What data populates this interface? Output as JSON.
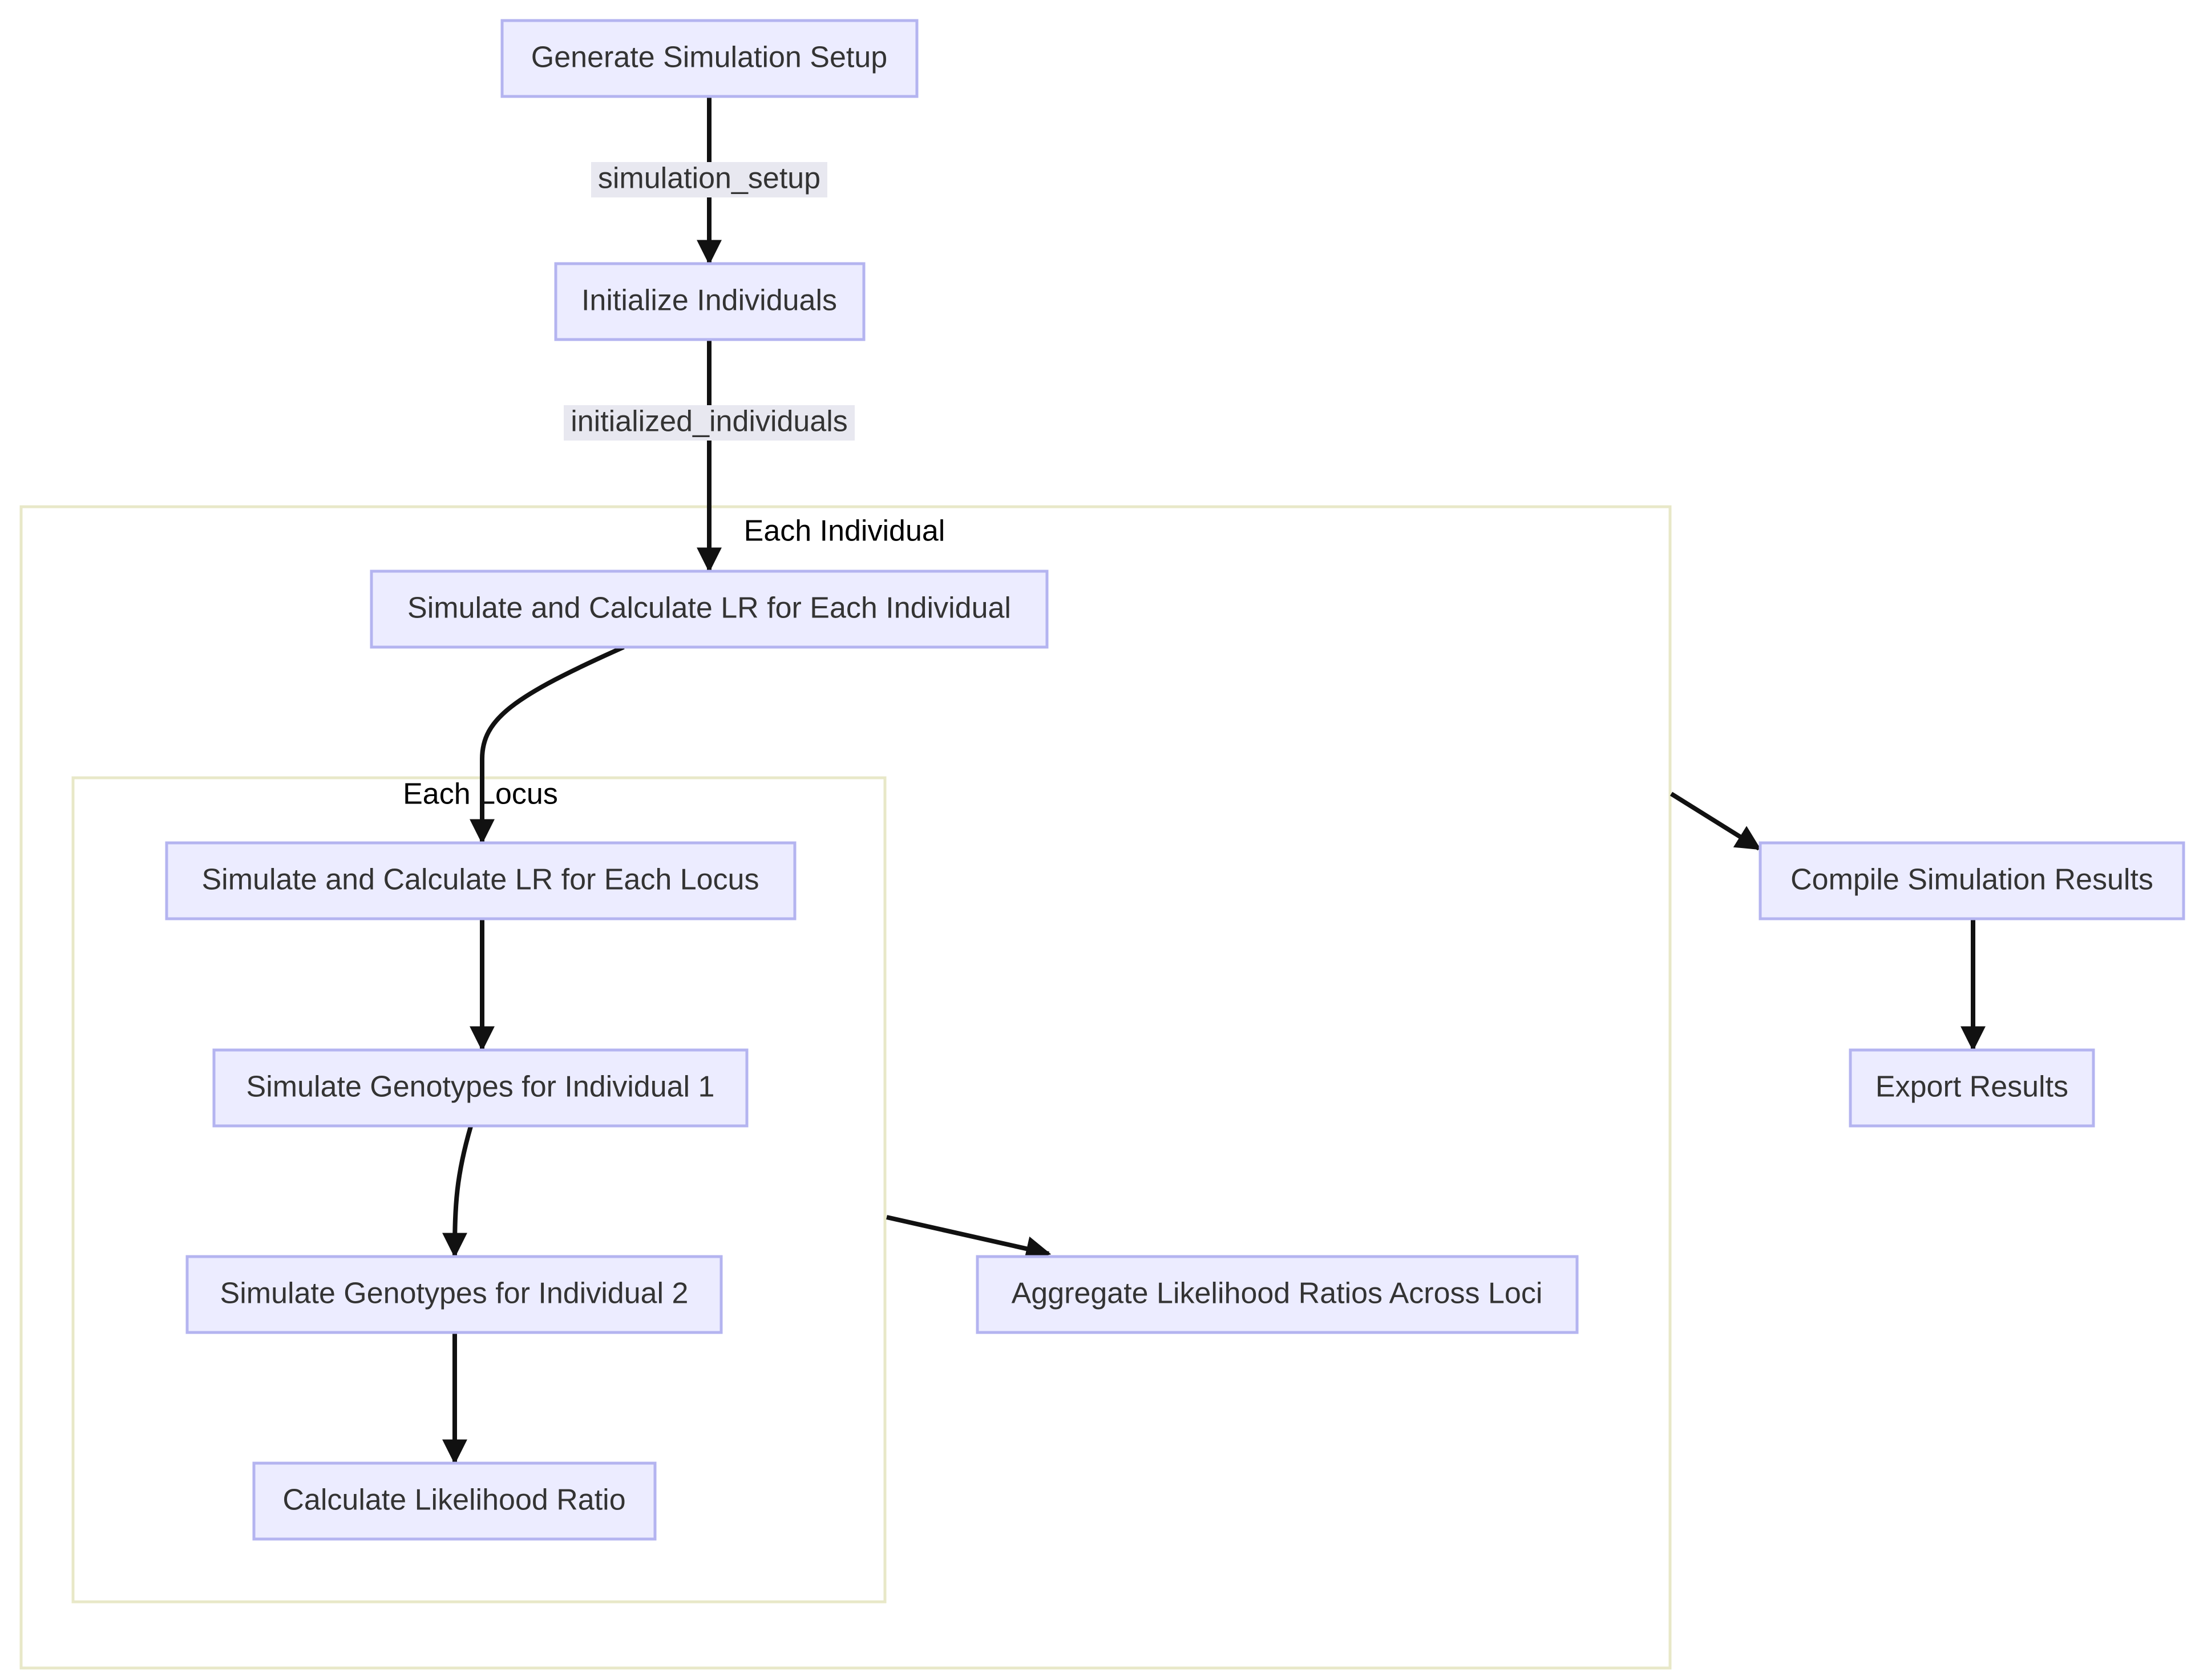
{
  "diagram": {
    "colors": {
      "node_fill": "#ECECFF",
      "node_stroke": "#9370DB",
      "cluster_fill": "#FFFFFF",
      "cluster_stroke": "#E8E8C8",
      "edge": "#111111",
      "edge_label_bg": "#E8E8F0",
      "text": "#333333"
    },
    "clusters": {
      "each_individual": "Each Individual",
      "each_locus": "Each Locus"
    },
    "nodes": {
      "generate_setup": "Generate Simulation Setup",
      "initialize_individuals": "Initialize Individuals",
      "simulate_individual": "Simulate and Calculate LR for Each Individual",
      "simulate_locus": "Simulate and Calculate LR for Each Locus",
      "simulate_geno_1": "Simulate Genotypes for Individual 1",
      "simulate_geno_2": "Simulate Genotypes for Individual 2",
      "calc_lr": "Calculate Likelihood Ratio",
      "aggregate_lr": "Aggregate Likelihood Ratios Across Loci",
      "compile_results": "Compile Simulation Results",
      "export_results": "Export Results"
    },
    "edge_labels": {
      "setup_to_init": "simulation_setup",
      "init_to_individual": "initialized_individuals"
    }
  }
}
